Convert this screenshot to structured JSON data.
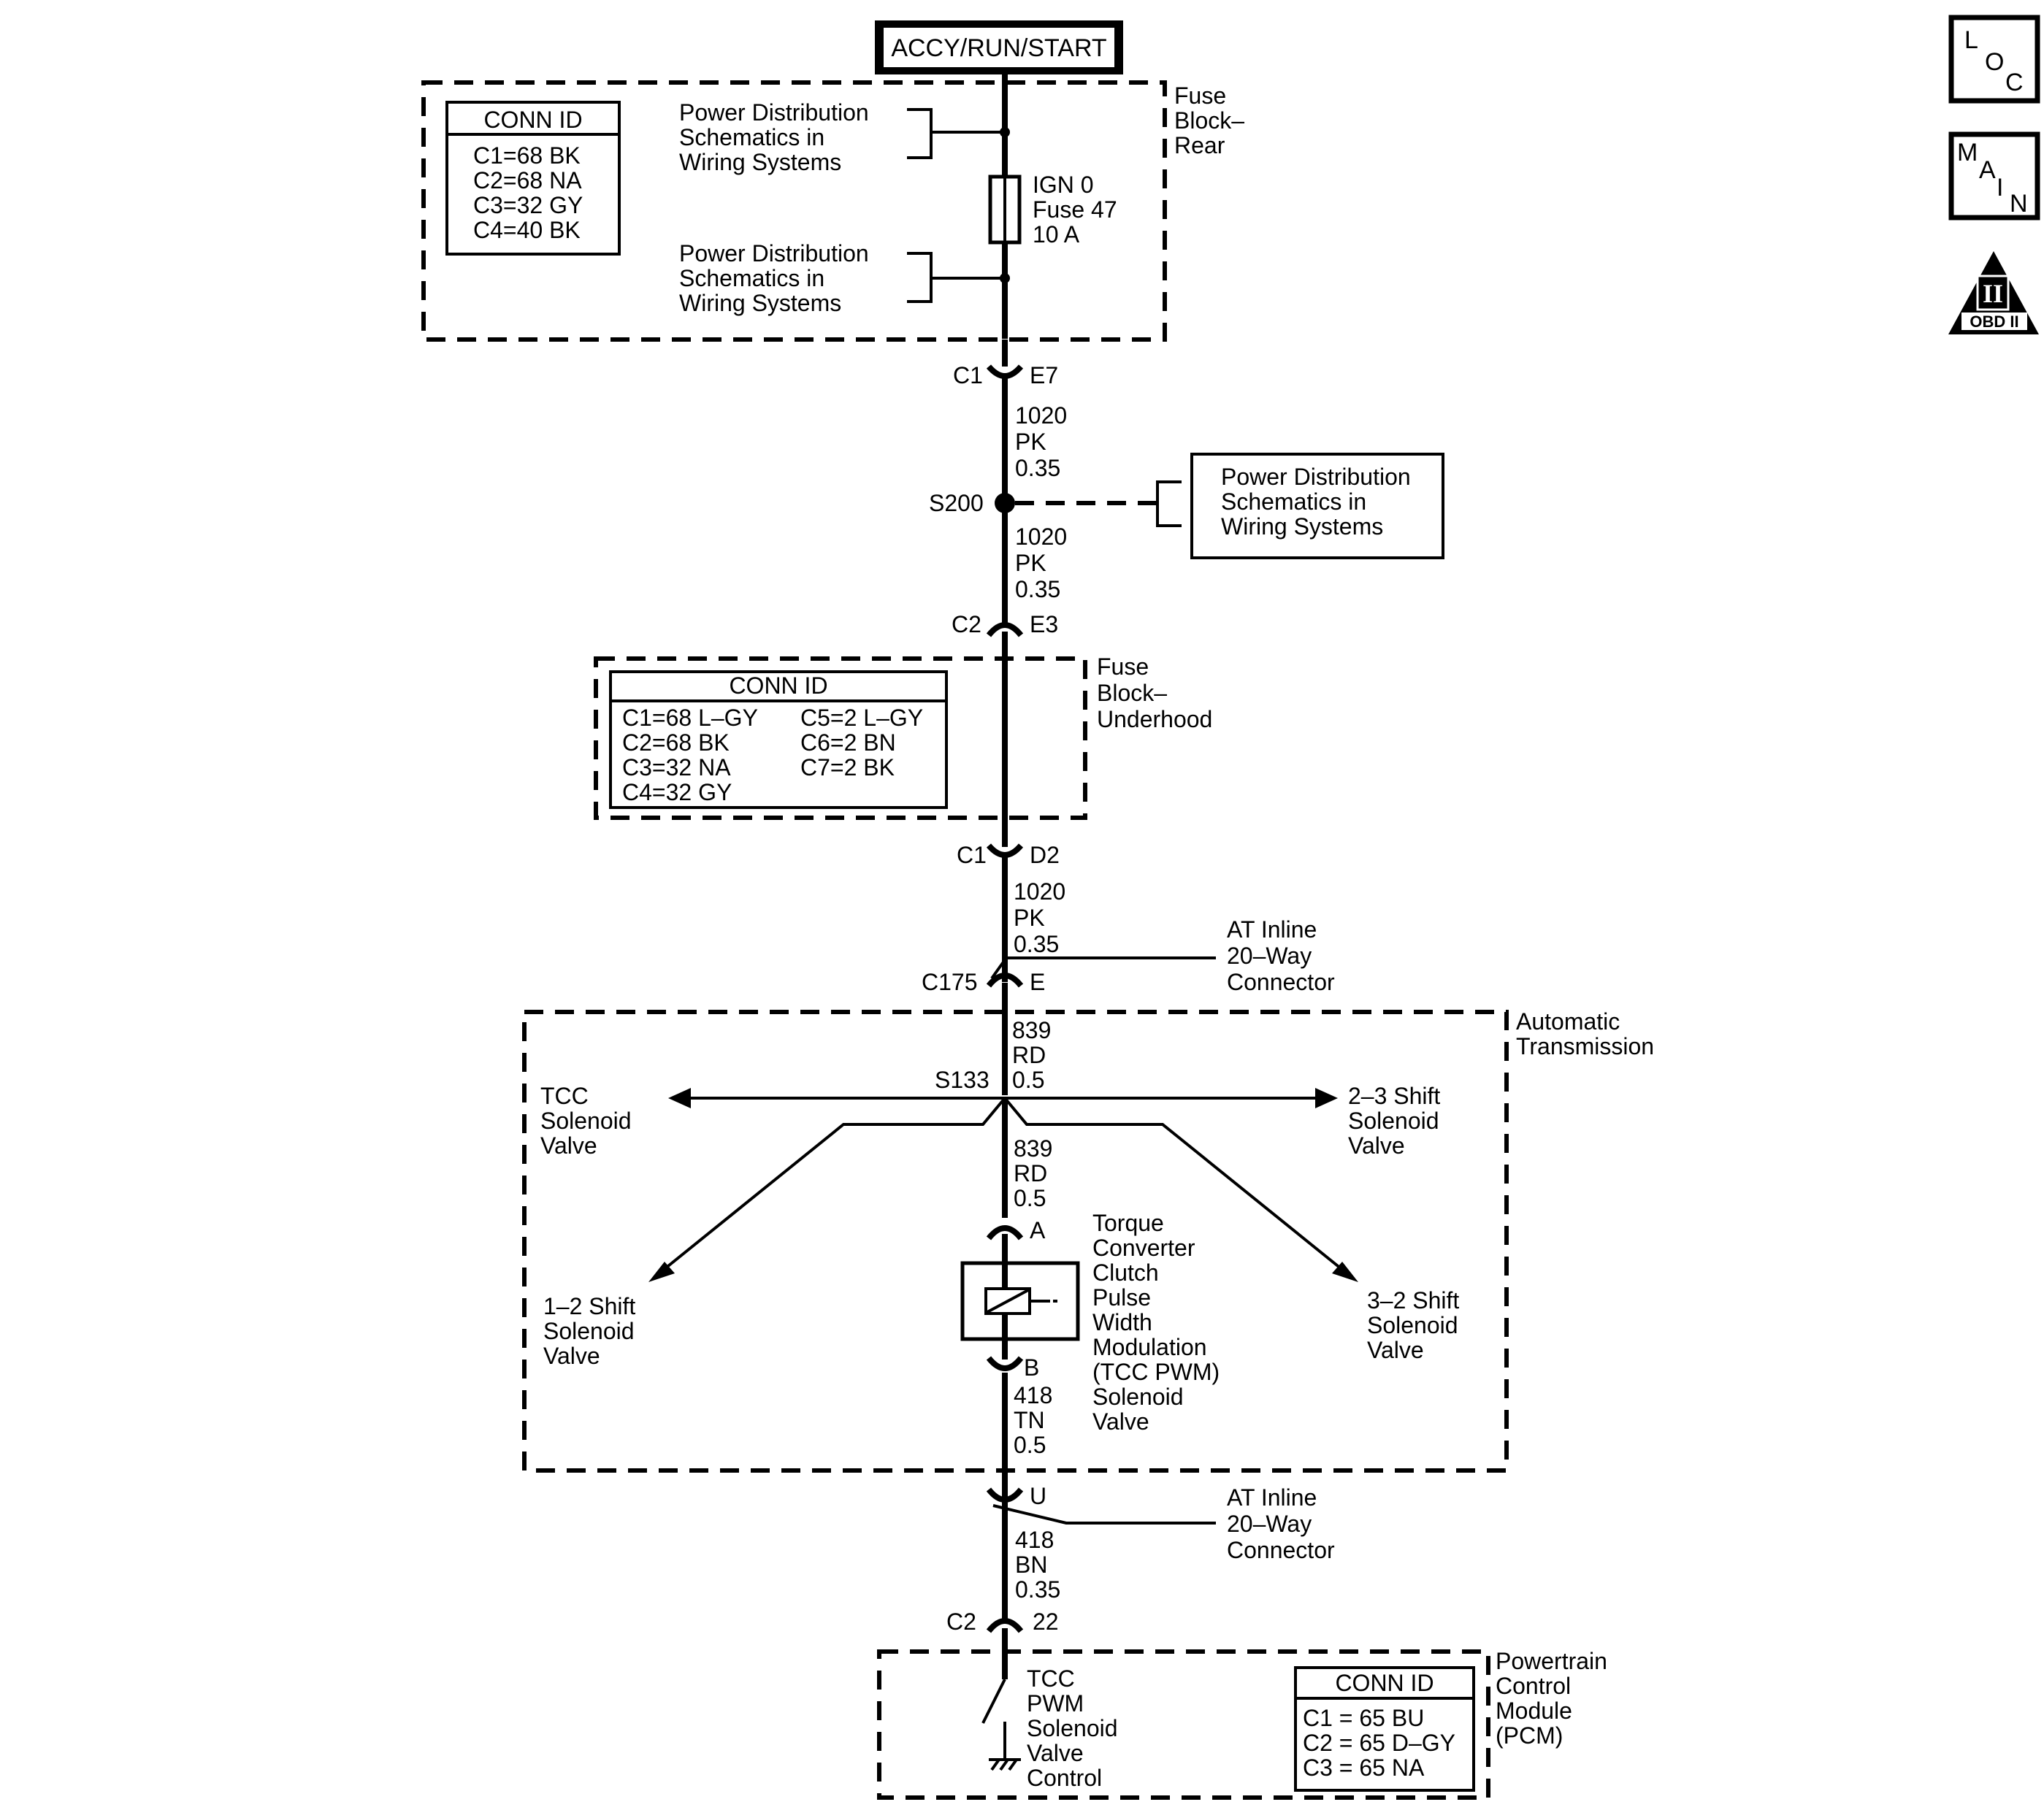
{
  "power_source": "ACCY/RUN/START",
  "fuse_block_rear": {
    "label": [
      "Fuse",
      "Block–",
      "Rear"
    ],
    "conn_id": {
      "title": "CONN ID",
      "rows": [
        "C1=68 BK",
        "C2=68 NA",
        "C3=32 GY",
        "C4=40 BK"
      ]
    },
    "pd_ref_top": [
      "Power Distribution",
      "Schematics in",
      "Wiring Systems"
    ],
    "pd_ref_bottom": [
      "Power Distribution",
      "Schematics in",
      "Wiring Systems"
    ],
    "fuse": [
      "IGN 0",
      "Fuse 47",
      "10 A"
    ]
  },
  "conn_c1_e7": {
    "left": "C1",
    "right": "E7"
  },
  "wire_1020_a": [
    "1020",
    "PK",
    "0.35"
  ],
  "splice_s200": "S200",
  "pd_ref_s200": [
    "Power Distribution",
    "Schematics in",
    "Wiring Systems"
  ],
  "wire_1020_b": [
    "1020",
    "PK",
    "0.35"
  ],
  "conn_c2_e3": {
    "left": "C2",
    "right": "E3"
  },
  "fuse_block_underhood": {
    "label": [
      "Fuse",
      "Block–",
      "Underhood"
    ],
    "conn_id": {
      "title": "CONN ID",
      "left": [
        "C1=68 L–GY",
        "C2=68 BK",
        "C3=32 NA",
        "C4=32 GY"
      ],
      "right": [
        "C5=2 L–GY",
        "C6=2 BN",
        "C7=2 BK"
      ]
    }
  },
  "conn_c1_d2": {
    "left": "C1",
    "right": "D2"
  },
  "wire_1020_c": [
    "1020",
    "PK",
    "0.35"
  ],
  "conn_c175": {
    "left": "C175",
    "right": "E"
  },
  "inline_top": [
    "AT Inline",
    "20–Way",
    "Connector"
  ],
  "automatic_transmission": {
    "label": [
      "Automatic",
      "Transmission"
    ],
    "wire_839_a": [
      "839",
      "RD",
      "0.5"
    ],
    "splice_s133": "S133",
    "tcc": [
      "TCC",
      "Solenoid",
      "Valve"
    ],
    "shift_23": [
      "2–3 Shift",
      "Solenoid",
      "Valve"
    ],
    "shift_12": [
      "1–2 Shift",
      "Solenoid",
      "Valve"
    ],
    "shift_32": [
      "3–2 Shift",
      "Solenoid",
      "Valve"
    ],
    "wire_839_b": [
      "839",
      "RD",
      "0.5"
    ],
    "pin_a": "A",
    "pin_b": "B",
    "tcc_pwm": [
      "Torque",
      "Converter",
      "Clutch",
      "Pulse",
      "Width",
      "Modulation",
      "(TCC PWM)",
      "Solenoid",
      "Valve"
    ],
    "wire_418_tn": [
      "418",
      "TN",
      "0.5"
    ]
  },
  "conn_u": "U",
  "inline_bottom": [
    "AT Inline",
    "20–Way",
    "Connector"
  ],
  "wire_418_bn": [
    "418",
    "BN",
    "0.35"
  ],
  "conn_c2_22": {
    "left": "C2",
    "right": "22"
  },
  "pcm": {
    "label": [
      "Powertrain",
      "Control",
      "Module",
      "(PCM)"
    ],
    "tcc_control": [
      "TCC",
      "PWM",
      "Solenoid",
      "Valve",
      "Control"
    ],
    "conn_id": {
      "title": "CONN ID",
      "rows": [
        "C1 = 65 BU",
        "C2 = 65 D–GY",
        "C3 = 65 NA"
      ]
    }
  },
  "nav": {
    "loc": [
      "L",
      "O",
      "C"
    ],
    "main": [
      "M",
      "A",
      "I",
      "N"
    ],
    "obd": [
      "II",
      "OBD II"
    ]
  }
}
